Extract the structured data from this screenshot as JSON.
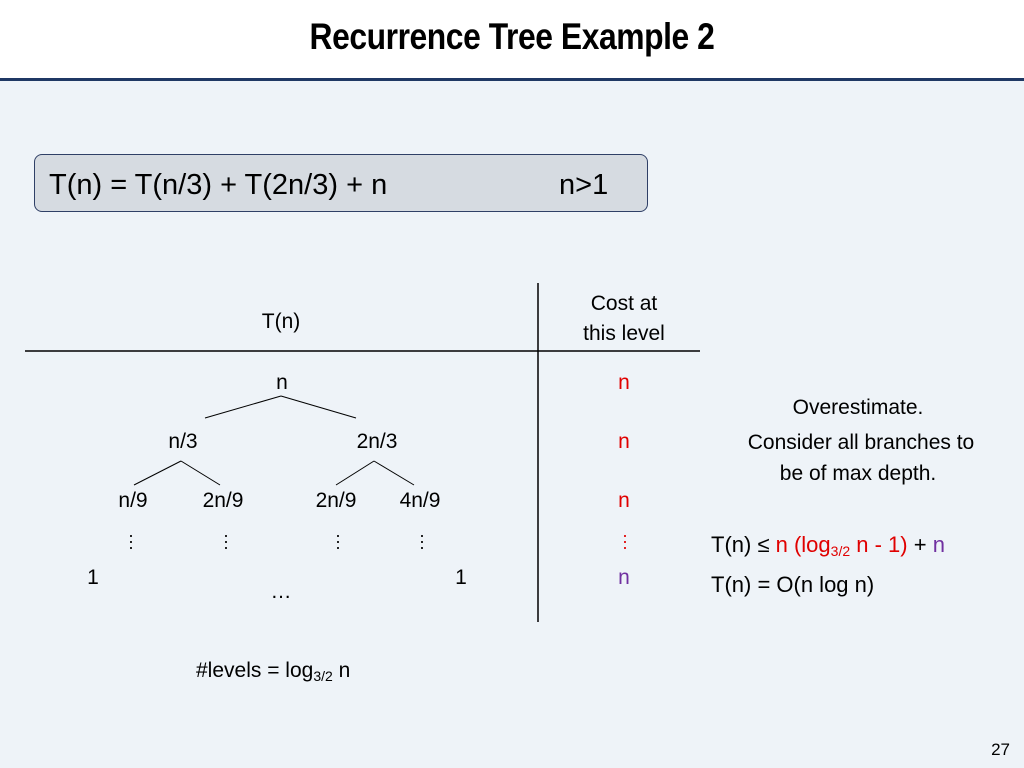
{
  "slide": {
    "title": "Recurrence Tree Example 2",
    "page_number": "27"
  },
  "formula": {
    "equation": "T(n) = T(n/3) + T(2n/3) + n",
    "condition": "n>1"
  },
  "table": {
    "left_header": "T(n)",
    "right_header_line1": "Cost at",
    "right_header_line2": "this level"
  },
  "tree": {
    "root": "n",
    "level1": [
      "n/3",
      "2n/3"
    ],
    "level2": [
      "n/9",
      "2n/9",
      "2n/9",
      "4n/9"
    ],
    "leaf_left": "1",
    "leaf_right": "1",
    "ellipsis": "…"
  },
  "costs": {
    "level0": "n",
    "level1": "n",
    "level2": "n",
    "last": "n"
  },
  "levels_note": {
    "prefix": "#levels = log",
    "sub": "3/2",
    "suffix": " n"
  },
  "notes": {
    "line1": "Overestimate.",
    "line2": "Consider all branches to",
    "line3": "be of max depth."
  },
  "bound1": {
    "lhs": "T(n) ≤ ",
    "red_part1": "n (log",
    "red_sub": "3/2",
    "red_part2": " n - 1)",
    "plus": " + ",
    "purple_part": "n"
  },
  "bound2": {
    "text": "T(n) = O(n log n)"
  },
  "colors": {
    "cost_red": "#e00000",
    "cost_purple": "#7030a0",
    "title_rule": "#1f3864",
    "box_fill": "#d6dbe1"
  }
}
